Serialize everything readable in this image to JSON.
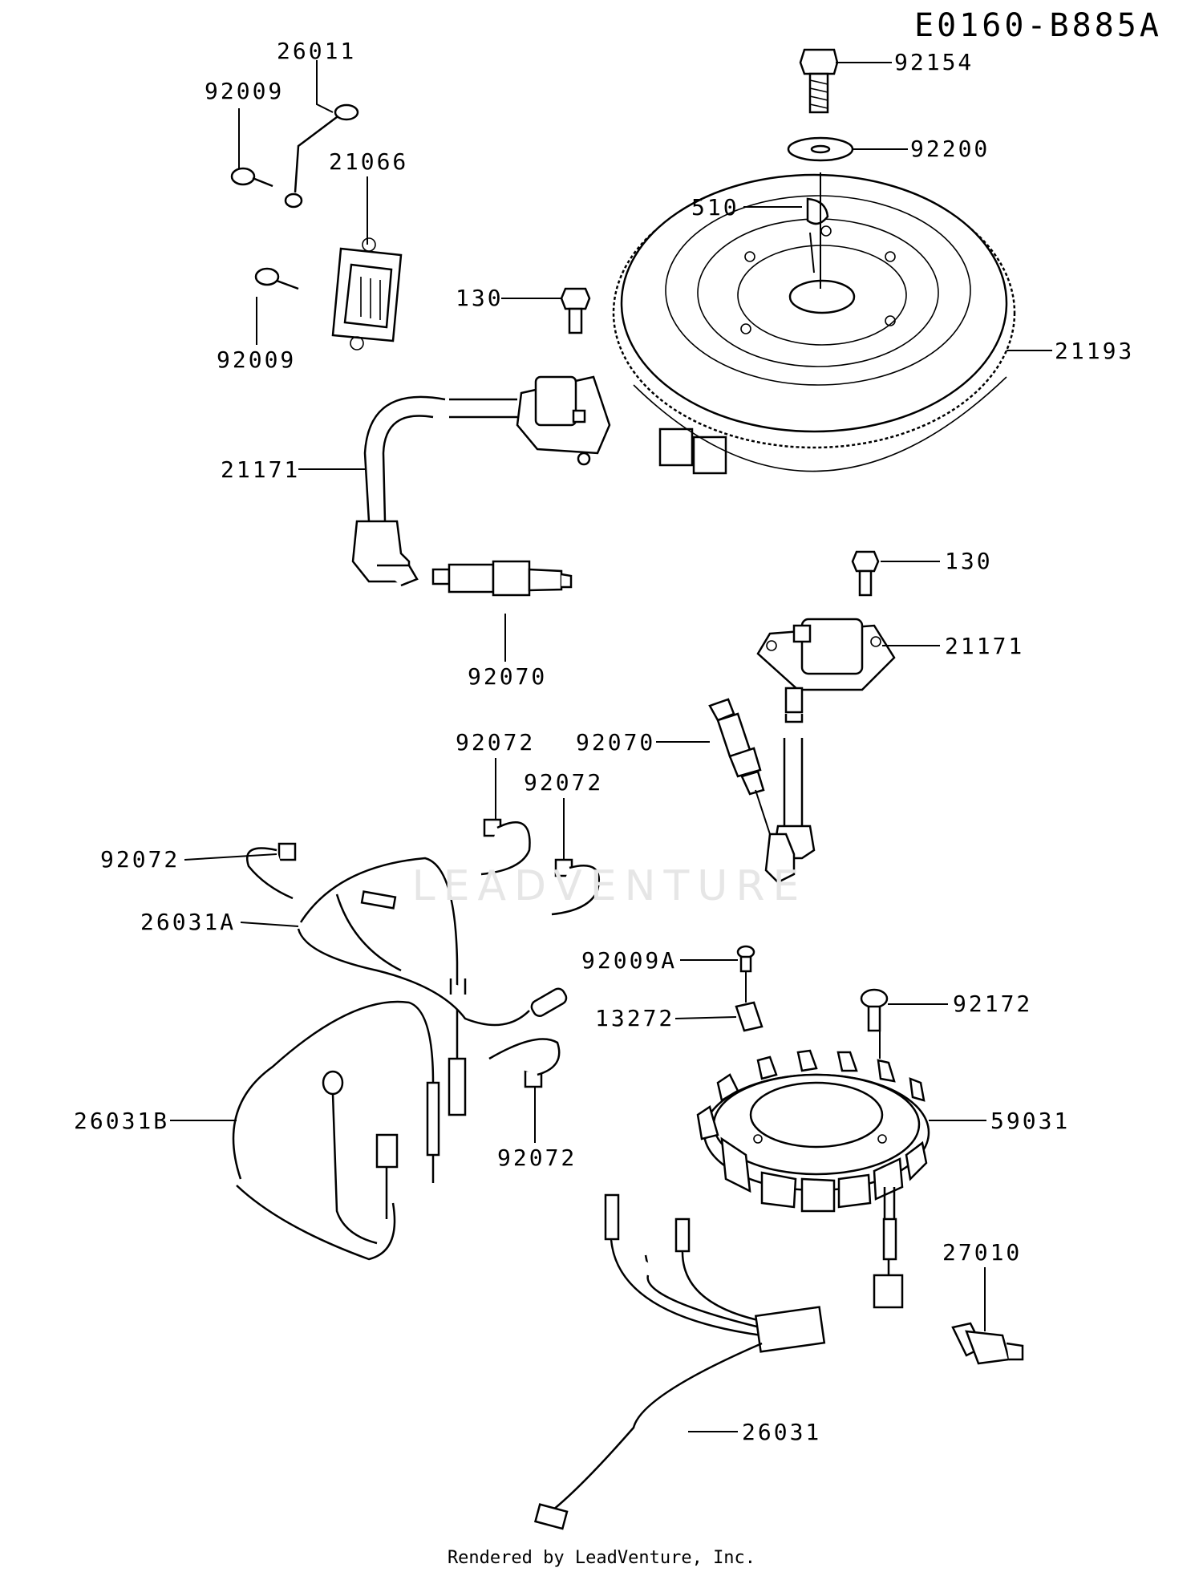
{
  "diagram_code": "E0160-B885A",
  "footer": "Rendered by LeadVenture, Inc.",
  "watermark": "LEADVENTURE",
  "callouts": [
    {
      "id": "c-92154",
      "label": "92154"
    },
    {
      "id": "c-92200",
      "label": "92200"
    },
    {
      "id": "c-510",
      "label": "510"
    },
    {
      "id": "c-21193",
      "label": "21193"
    },
    {
      "id": "c-26011",
      "label": "26011"
    },
    {
      "id": "c-92009-top",
      "label": "92009"
    },
    {
      "id": "c-21066",
      "label": "21066"
    },
    {
      "id": "c-92009-bottom",
      "label": "92009"
    },
    {
      "id": "c-130-top",
      "label": "130"
    },
    {
      "id": "c-21171-left",
      "label": "21171"
    },
    {
      "id": "c-92070-left",
      "label": "92070"
    },
    {
      "id": "c-130-right",
      "label": "130"
    },
    {
      "id": "c-21171-right",
      "label": "21171"
    },
    {
      "id": "c-92070-right",
      "label": "92070"
    },
    {
      "id": "c-92072-a",
      "label": "92072"
    },
    {
      "id": "c-92072-b",
      "label": "92072"
    },
    {
      "id": "c-92072-c",
      "label": "92072"
    },
    {
      "id": "c-26031a",
      "label": "26031A"
    },
    {
      "id": "c-92009a",
      "label": "92009A"
    },
    {
      "id": "c-13272",
      "label": "13272"
    },
    {
      "id": "c-92172",
      "label": "92172"
    },
    {
      "id": "c-26031b",
      "label": "26031B"
    },
    {
      "id": "c-59031",
      "label": "59031"
    },
    {
      "id": "c-92072-d",
      "label": "92072"
    },
    {
      "id": "c-27010",
      "label": "27010"
    },
    {
      "id": "c-26031",
      "label": "26031"
    }
  ]
}
